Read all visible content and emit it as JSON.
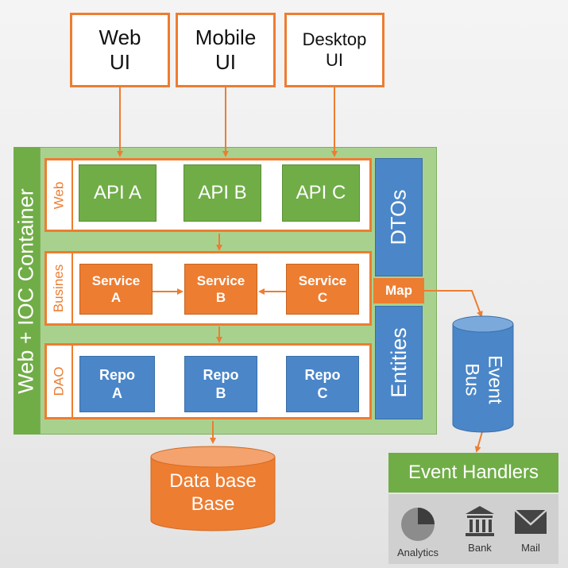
{
  "clients": [
    {
      "label": "Web\nUI"
    },
    {
      "label": "Mobile\nUI"
    },
    {
      "label": "Desktop\nUI"
    }
  ],
  "container_label": "Web + IOC Container",
  "layers": {
    "web": {
      "label": "Web",
      "items": [
        "API A",
        "API B",
        "API C"
      ]
    },
    "business": {
      "label": "Busines",
      "items": [
        "Service\nA",
        "Service\nB",
        "Service\nC"
      ]
    },
    "dao": {
      "label": "DAO",
      "items": [
        "Repo\nA",
        "Repo\nB",
        "Repo\nC"
      ]
    }
  },
  "side": {
    "dtos": "DTOs",
    "map": "Map",
    "entities": "Entities"
  },
  "database": "Data base\nBase",
  "event_bus": "Event\nBus",
  "event_handlers": "Event Handlers",
  "handler_icons": [
    {
      "label": "Analytics",
      "icon": "pie-chart-icon"
    },
    {
      "label": "Bank",
      "icon": "bank-icon"
    },
    {
      "label": "Mail",
      "icon": "mail-icon"
    }
  ],
  "colors": {
    "orange": "#ed7d31",
    "green": "#70ad47",
    "light_green": "#a9d18e",
    "blue": "#4a86c8"
  }
}
